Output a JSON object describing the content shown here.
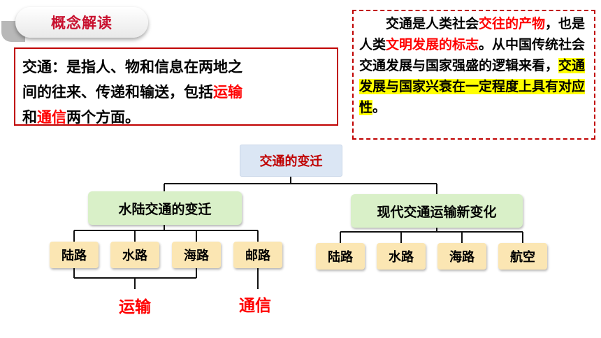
{
  "badge": {
    "label": "概念解读"
  },
  "definition": {
    "line1": "交通：是指人、物和信息在两地之",
    "line2a": "间的往来、传递和输送，包括",
    "transport": "运输",
    "and": "和",
    "communication": "通信",
    "line3b": "两个方面。"
  },
  "note": {
    "p1": "交通是人类社会",
    "p1_red": "交往的产物",
    "p2": "，也是人类",
    "p2_red": "文明发展的标志",
    "p2_end": "。从中国传统社会交通发展与国家强盛的逻辑来看，",
    "p3_hl": "交通发展与国家兴衰在一定程度上具有对应性",
    "p3_end": "。"
  },
  "tree": {
    "root": "交通的变迁",
    "left": {
      "label": "水陆交通的变迁",
      "items": [
        "陆路",
        "水路",
        "海路",
        "邮路"
      ]
    },
    "right": {
      "label": "现代交通运输新变化",
      "items": [
        "陆路",
        "水路",
        "海路",
        "航空"
      ]
    },
    "transport_label": "运输",
    "communication_label": "通信"
  },
  "colors": {
    "accent_red": "#ff0000",
    "border_red": "#c00000",
    "highlight": "#ffff00"
  }
}
